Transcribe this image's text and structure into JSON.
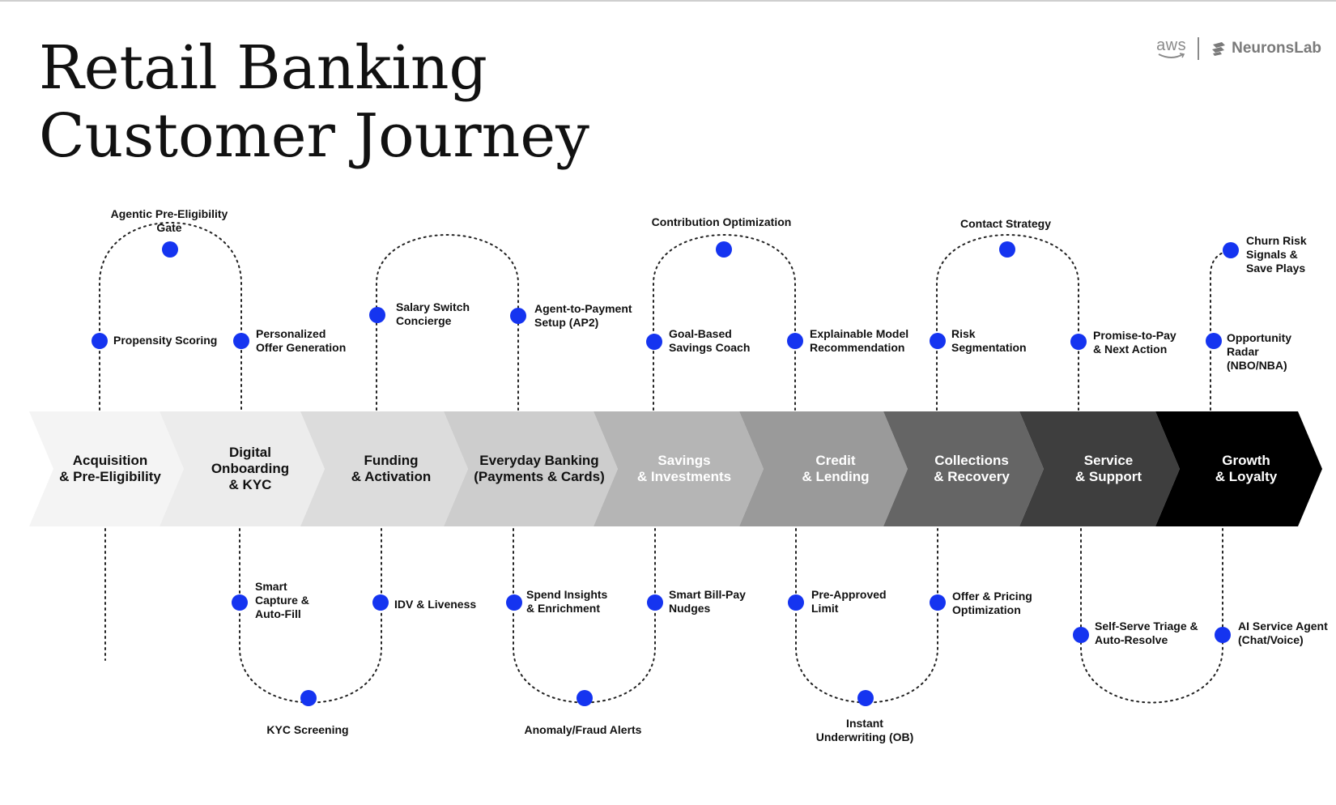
{
  "title": {
    "line1": "Retail Banking",
    "line2": "Customer Journey"
  },
  "logos": {
    "aws": "aws",
    "neuronslab": "NeuronsLab"
  },
  "colors": {
    "node": "#1534f0",
    "text": "#111111",
    "connector": "#222222"
  },
  "stages": [
    {
      "label": "Acquisition\n& Pre-Eligibility",
      "fill": "#f4f4f4",
      "text_color": "#111111"
    },
    {
      "label": "Digital\nOnboarding\n& KYC",
      "fill": "#ececec",
      "text_color": "#111111"
    },
    {
      "label": "Funding\n& Activation",
      "fill": "#dcdcdc",
      "text_color": "#111111"
    },
    {
      "label": "Everyday Banking\n(Payments & Cards)",
      "fill": "#cdcdcd",
      "text_color": "#111111"
    },
    {
      "label": "Savings\n& Investments",
      "fill": "#b5b5b5",
      "text_color": "#ffffff"
    },
    {
      "label": "Credit\n& Lending",
      "fill": "#9a9a9a",
      "text_color": "#ffffff"
    },
    {
      "label": "Collections\n& Recovery",
      "fill": "#656565",
      "text_color": "#ffffff"
    },
    {
      "label": "Service\n& Support",
      "fill": "#3e3e3e",
      "text_color": "#ffffff"
    },
    {
      "label": "Growth\n& Loyalty",
      "fill": "#000000",
      "text_color": "#ffffff"
    }
  ],
  "touchpoints": {
    "agentic_pre_eligibility_gate": "Agentic Pre-Eligibility\nGate",
    "propensity_scoring": "Propensity Scoring",
    "personalized_offer_generation": "Personalized\nOffer Generation",
    "salary_switch_concierge": "Salary Switch\nConcierge",
    "agent_to_payment_setup": "Agent-to-Payment\nSetup (AP2)",
    "contribution_optimization": "Contribution Optimization",
    "goal_based_savings_coach": "Goal-Based\nSavings Coach",
    "explainable_model_recommendation": "Explainable Model\nRecommendation",
    "contact_strategy": "Contact Strategy",
    "risk_segmentation": "Risk\nSegmentation",
    "promise_to_pay": "Promise-to-Pay\n& Next Action",
    "churn_risk_signals": "Churn Risk\nSignals &\nSave Plays",
    "opportunity_radar": "Opportunity\nRadar\n(NBO/NBA)",
    "smart_capture": "Smart\nCapture &\nAuto-Fill",
    "kyc_screening": "KYC Screening",
    "idv_liveness": "IDV & Liveness",
    "spend_insights": "Spend Insights\n& Enrichment",
    "anomaly_fraud_alerts": "Anomaly/Fraud Alerts",
    "smart_bill_pay": "Smart Bill-Pay\nNudges",
    "pre_approved_limit": "Pre-Approved\nLimit",
    "instant_underwriting": "Instant\nUnderwriting (OB)",
    "offer_pricing_optimization": "Offer & Pricing\nOptimization",
    "self_serve_triage": "Self-Serve Triage &\nAuto-Resolve",
    "ai_service_agent": "AI Service Agent\n(Chat/Voice)"
  }
}
